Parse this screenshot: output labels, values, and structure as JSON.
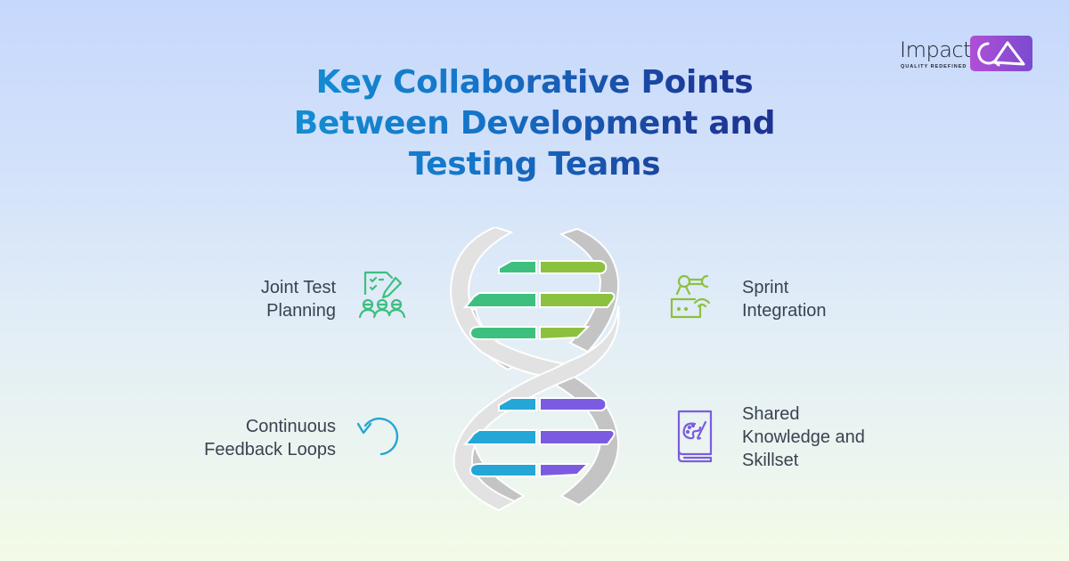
{
  "brand": {
    "name": "Impact",
    "badge": "QA",
    "tagline": "QUALITY REDEFINED",
    "colors": {
      "badge_start": "#b04fd6",
      "badge_end": "#7a4bd0"
    }
  },
  "title": {
    "lines": [
      "Key Collaborative Points",
      "Between Development and",
      "Testing Teams"
    ],
    "gradient": [
      "#1397d6",
      "#1e2a88"
    ]
  },
  "points": [
    {
      "id": "joint-test-planning",
      "lines": [
        "Joint Test",
        "Planning"
      ],
      "icon": "checklist-team-icon",
      "color": "#3dbf7f",
      "side": "left",
      "position": "top"
    },
    {
      "id": "sprint-integration",
      "lines": [
        "Sprint",
        "Integration"
      ],
      "icon": "robotic-arm-icon",
      "color": "#8cc13f",
      "side": "right",
      "position": "top"
    },
    {
      "id": "continuous-feedback-loops",
      "lines": [
        "Continuous",
        "Feedback Loops"
      ],
      "icon": "loop-arrow-icon",
      "color": "#24a6d6",
      "side": "left",
      "position": "bottom"
    },
    {
      "id": "shared-knowledge",
      "lines": [
        "Shared",
        "Knowledge and",
        "Skillset"
      ],
      "icon": "book-palette-icon",
      "color": "#7b5ce0",
      "side": "right",
      "position": "bottom"
    }
  ],
  "helix": {
    "strand_color": "#d8d8d8",
    "strand_shadow": "#bdbdbd",
    "top_rungs": {
      "left_color": "#3dbf7f",
      "right_color": "#8cc13f"
    },
    "bottom_rungs": {
      "left_color": "#24a6d6",
      "right_color": "#7b5ce0"
    }
  }
}
